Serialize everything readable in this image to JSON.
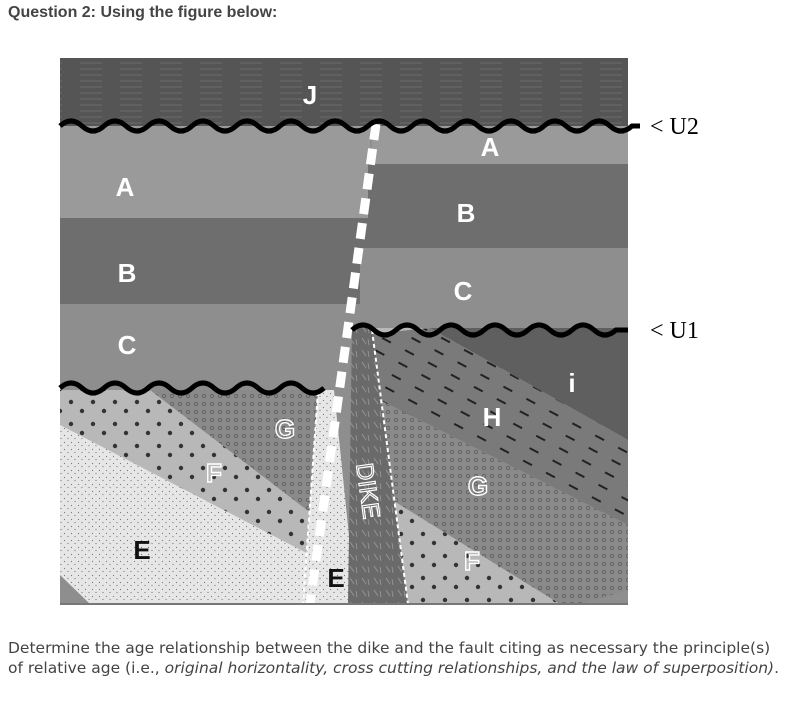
{
  "heading": "Question 2: Using the figure below:",
  "figure": {
    "layer_labels": {
      "J": "J",
      "A_left": "A",
      "B_left": "B",
      "C_left": "C",
      "A_right": "A",
      "B_right": "B",
      "C_right": "C",
      "G_left": "G",
      "F_left": "F",
      "E_left": "E",
      "E_middle": "E",
      "dike": "DIKE",
      "H": "H",
      "i": "i",
      "G_right": "G",
      "F_right": "F"
    },
    "unconformity_labels": {
      "U2": "< U2",
      "U1": "< U1"
    },
    "colors": {
      "J": "#555555",
      "A": "#9a9a9a",
      "B": "#6e6e6e",
      "C": "#8e8e8e",
      "E": "#e6e6e6",
      "F": "#b8b8b8",
      "G": "#8a8a8a",
      "H": "#7a7a7a",
      "i": "#5f5f5f",
      "dike": "#6a6a6a"
    }
  },
  "question": {
    "lead": "Determine the age relationship between the dike and the fault citing as necessary the principle(s) of relative age (i.e., ",
    "principles": "original horizontality, cross cutting relationships, and the law of superposition)",
    "trail": "."
  }
}
